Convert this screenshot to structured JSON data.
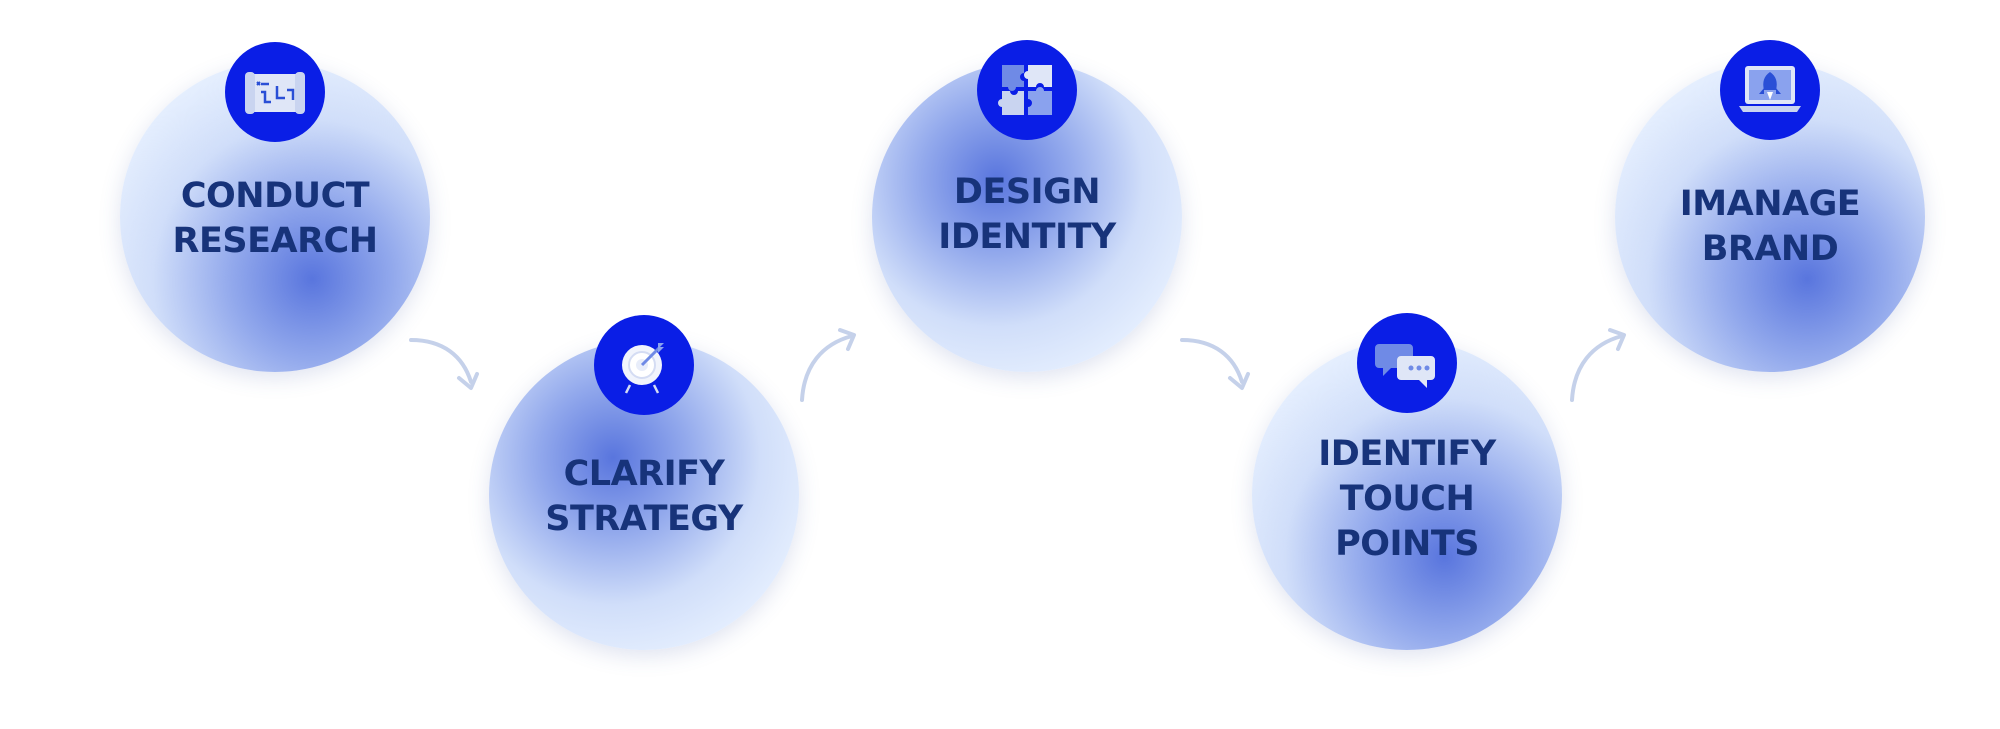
{
  "steps": [
    {
      "label": "CONDUCT\nRESEARCH",
      "icon": "blueprint-icon"
    },
    {
      "label": "CLARIFY\nSTRATEGY",
      "icon": "target-icon"
    },
    {
      "label": "DESIGN\nIDENTITY",
      "icon": "puzzle-icon"
    },
    {
      "label": "IDENTIFY\nTOUCH\nPOINTS",
      "icon": "chat-bubbles-icon"
    },
    {
      "label": "IMANAGE\nBRAND",
      "icon": "rocket-laptop-icon"
    }
  ],
  "colors": {
    "badge": "#0a1ee6",
    "label": "#17337a",
    "arrow": "#c5d1ea"
  }
}
